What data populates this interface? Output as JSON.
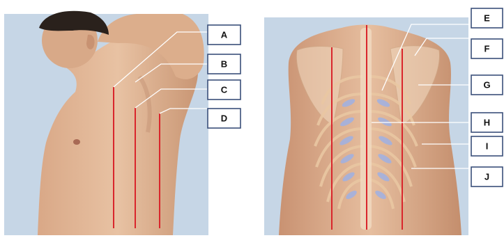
{
  "labels": {
    "A": "A",
    "B": "B",
    "C": "C",
    "D": "D",
    "E": "E",
    "F": "F",
    "G": "G",
    "H": "H",
    "I": "I",
    "J": "J"
  },
  "colors": {
    "background_panel": "#c6d6e6",
    "skin": "#e2b693",
    "line_red": "#d9262c",
    "label_border": "#3a4f7a"
  }
}
